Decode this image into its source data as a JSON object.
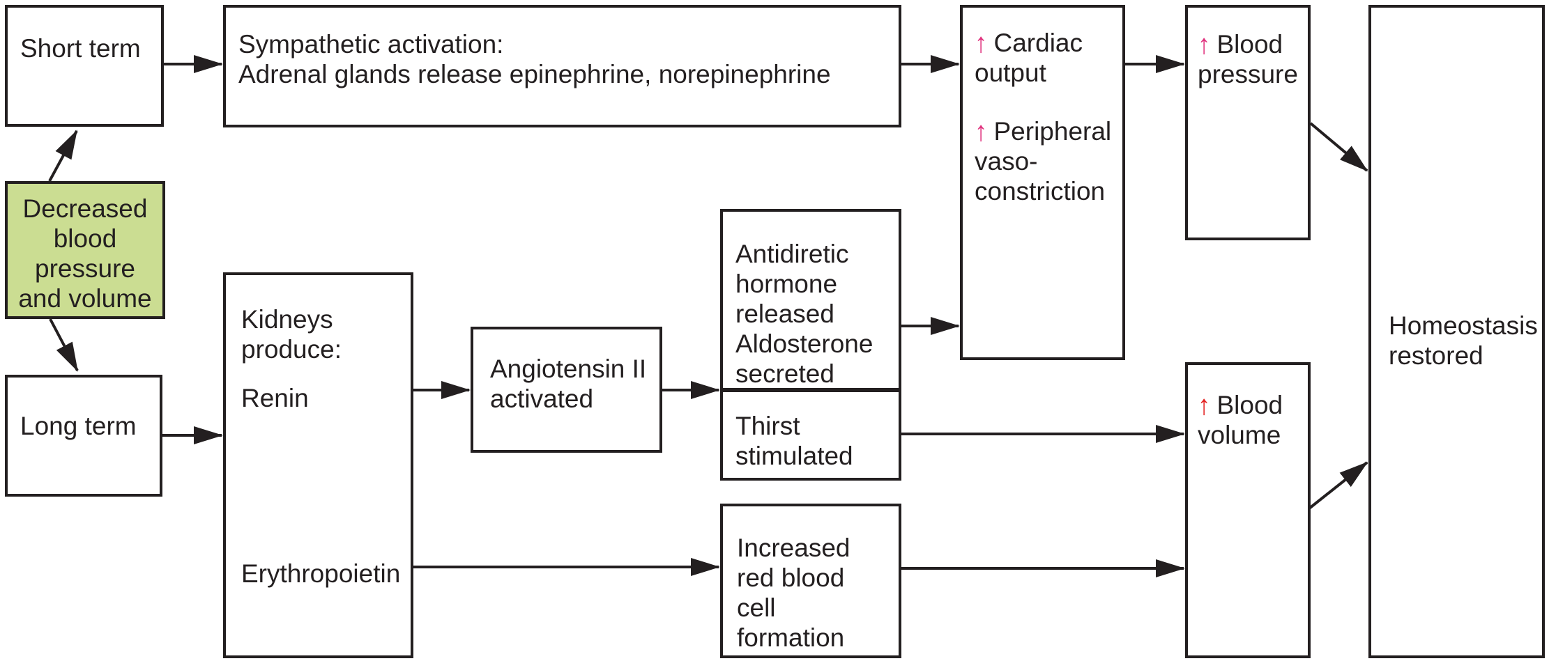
{
  "diagram": {
    "description": "Flowchart of short-term and long-term responses restoring homeostasis after decreased blood pressure and volume",
    "boxes": {
      "trigger": {
        "label": "Decreased\nblood\npressure\nand volume"
      },
      "short_term": {
        "label": "Short term"
      },
      "long_term": {
        "label": "Long term"
      },
      "sympathetic": {
        "label": "Sympathetic activation:\nAdrenal glands release epinephrine, norepinephrine"
      },
      "kidneys": {
        "heading": "Kidneys\nproduce:",
        "item1": "Renin",
        "item2": "Erythropoietin"
      },
      "angiotensin": {
        "label": "Angiotensin II\nactivated"
      },
      "adh": {
        "label": "Antidiretic\nhormone\nreleased\nAldosterone\nsecreted"
      },
      "thirst": {
        "label": "Thirst\nstimulated"
      },
      "rbc": {
        "label": "Increased\nred blood\ncell\nformation"
      },
      "cardiac": {
        "up1": "↑",
        "text1": "Cardiac\noutput",
        "up2": "↑",
        "text2": "Peripheral\nvaso-\nconstriction"
      },
      "blood_pressure": {
        "up": "↑",
        "text": "Blood\npressure"
      },
      "blood_volume": {
        "up": "↑",
        "text": "Blood\nvolume"
      },
      "homeostasis": {
        "label": "Homeostasis\nrestored"
      }
    },
    "icons": {
      "up_arrow_pink": "↑",
      "up_arrow_red": "↑"
    },
    "colors": {
      "highlight_fill": "#cbdd92",
      "up_arrow_pink": "#e0337e",
      "up_arrow_red": "#e32322",
      "ink": "#231f20",
      "background": "#ffffff"
    }
  }
}
